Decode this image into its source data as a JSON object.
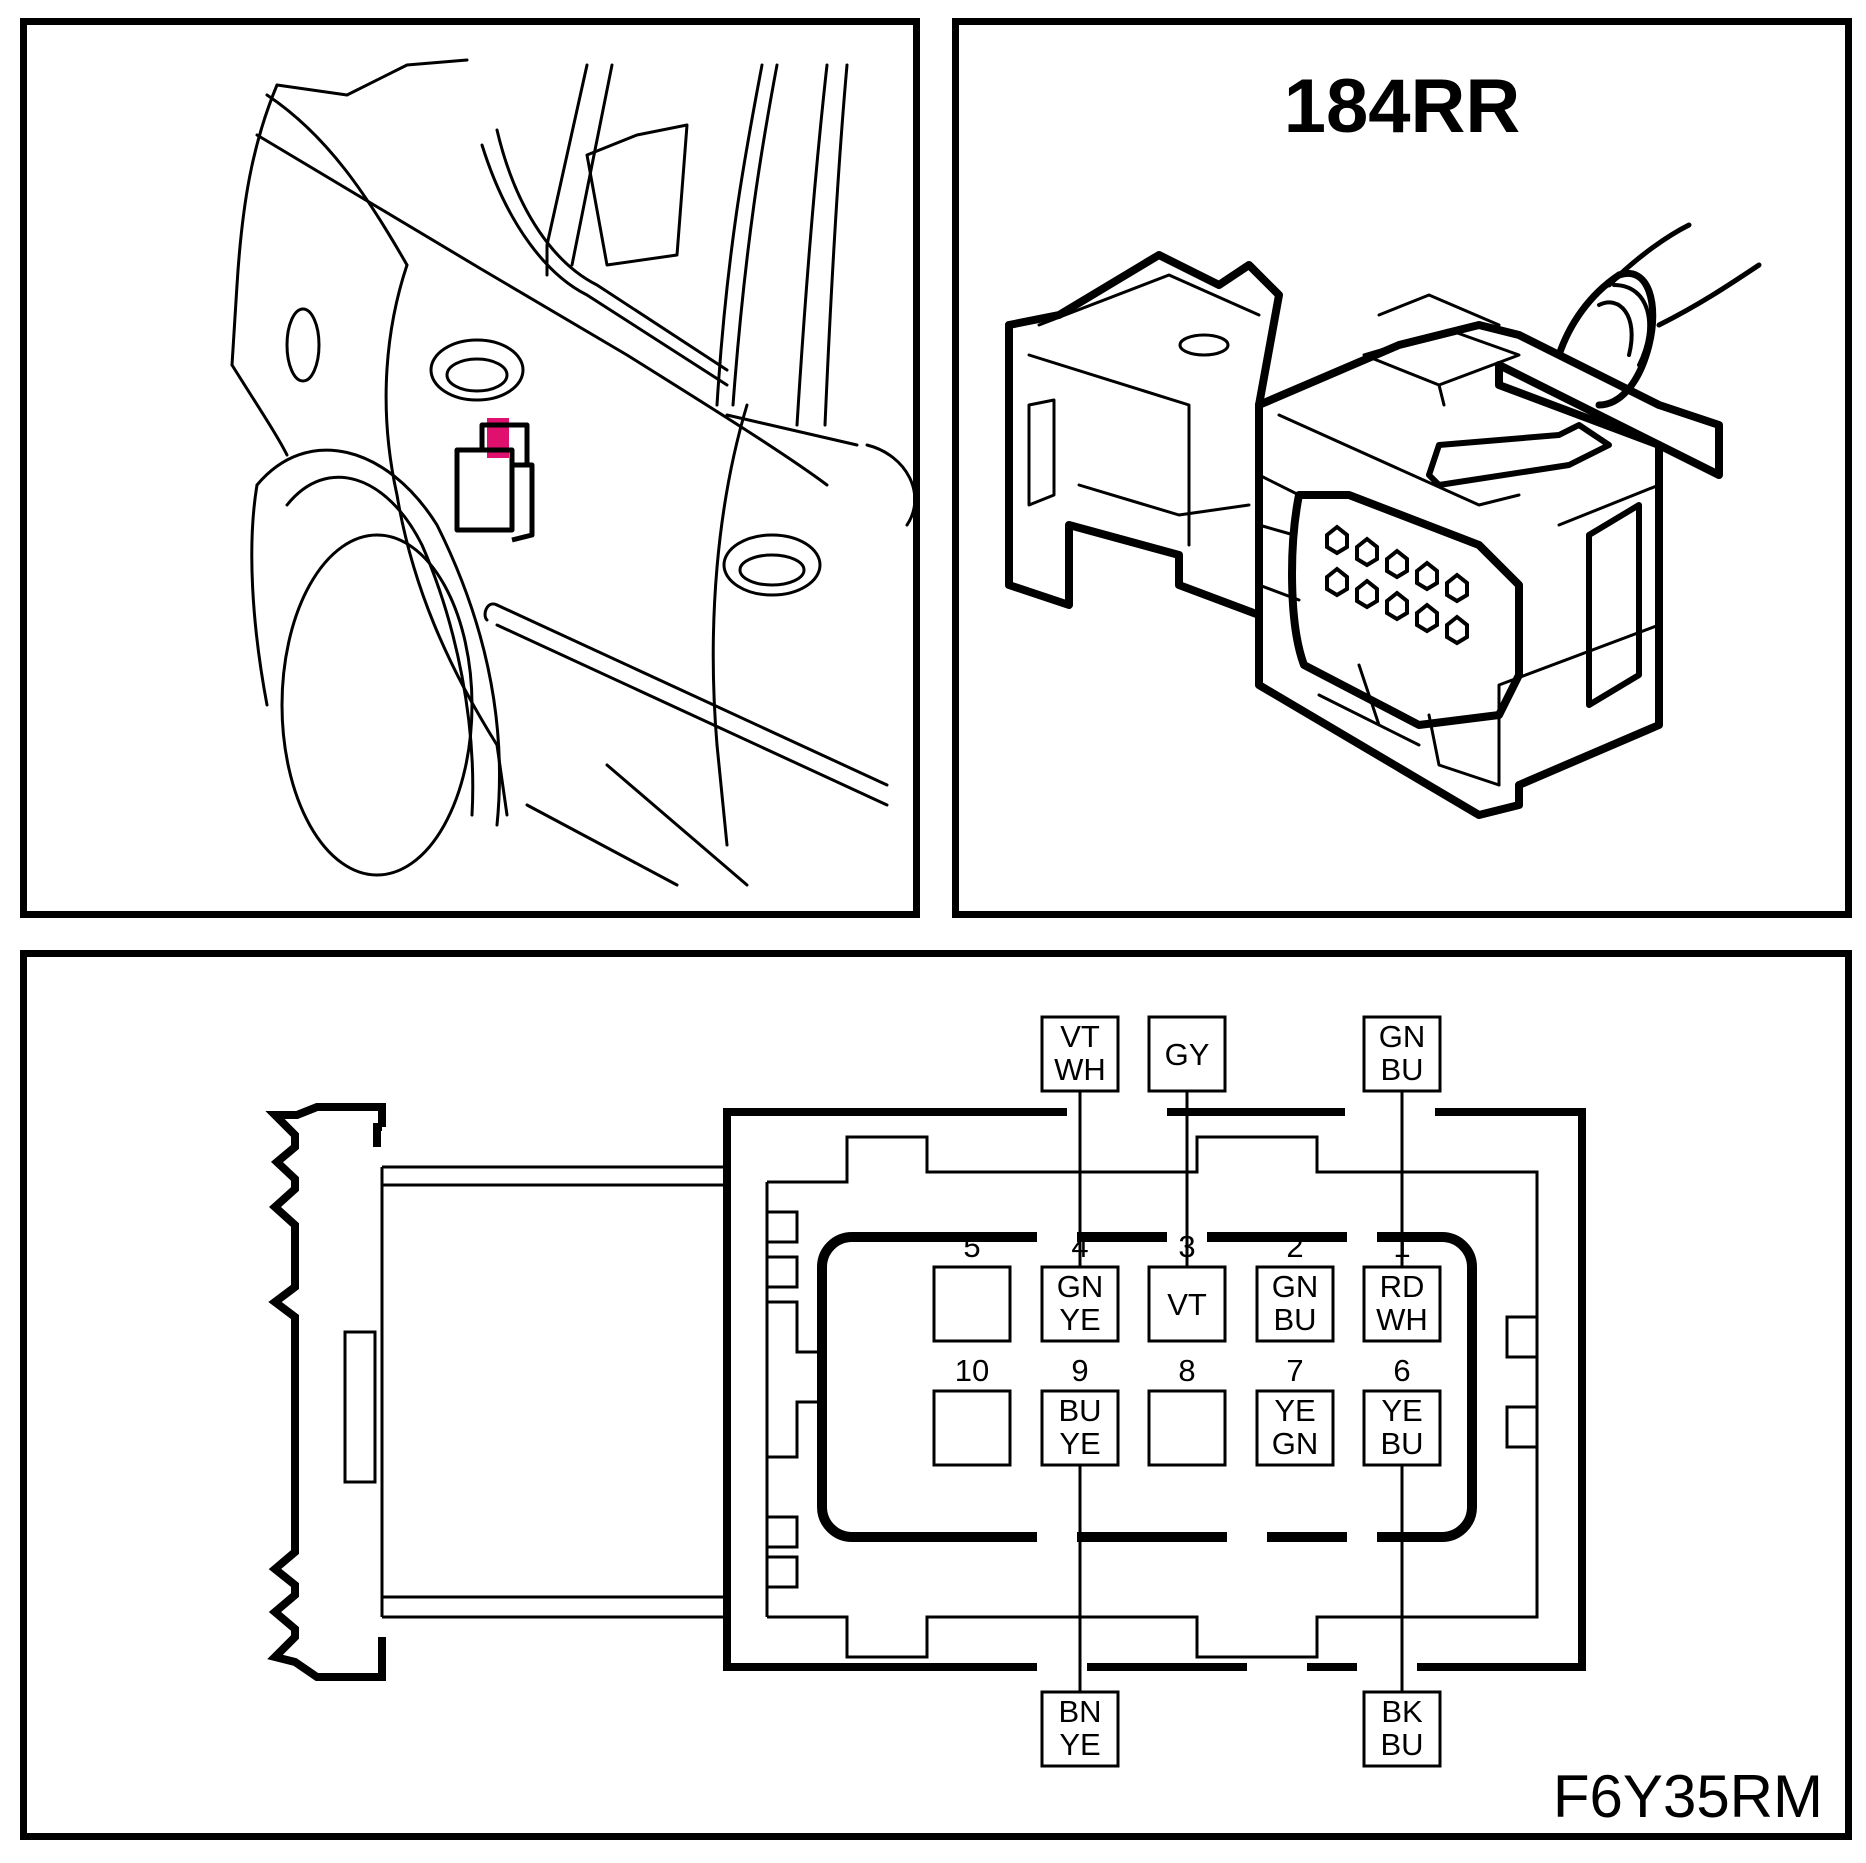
{
  "connector_title": "184RR",
  "figure_code": "F6Y35RM",
  "colors": {
    "line": "#000000",
    "marker": "#e0106e"
  },
  "pins": [
    {
      "num": "5",
      "wire": []
    },
    {
      "num": "4",
      "wire": [
        "GN",
        "YE"
      ]
    },
    {
      "num": "3",
      "wire": [
        "VT"
      ]
    },
    {
      "num": "2",
      "wire": [
        "GN",
        "BU"
      ]
    },
    {
      "num": "1",
      "wire": [
        "RD",
        "WH"
      ]
    },
    {
      "num": "10",
      "wire": []
    },
    {
      "num": "9",
      "wire": [
        "BU",
        "YE"
      ]
    },
    {
      "num": "8",
      "wire": []
    },
    {
      "num": "7",
      "wire": [
        "YE",
        "GN"
      ]
    },
    {
      "num": "6",
      "wire": [
        "YE",
        "BU"
      ]
    }
  ],
  "harness_top": [
    {
      "pin": "4",
      "wire": [
        "VT",
        "WH"
      ]
    },
    {
      "pin": "3",
      "wire": [
        "GY"
      ]
    },
    {
      "pin": "1",
      "wire": [
        "GN",
        "BU"
      ]
    }
  ],
  "harness_bottom": [
    {
      "pin": "9",
      "wire": [
        "BN",
        "YE"
      ]
    },
    {
      "pin": "6",
      "wire": [
        "BK",
        "BU"
      ]
    }
  ]
}
